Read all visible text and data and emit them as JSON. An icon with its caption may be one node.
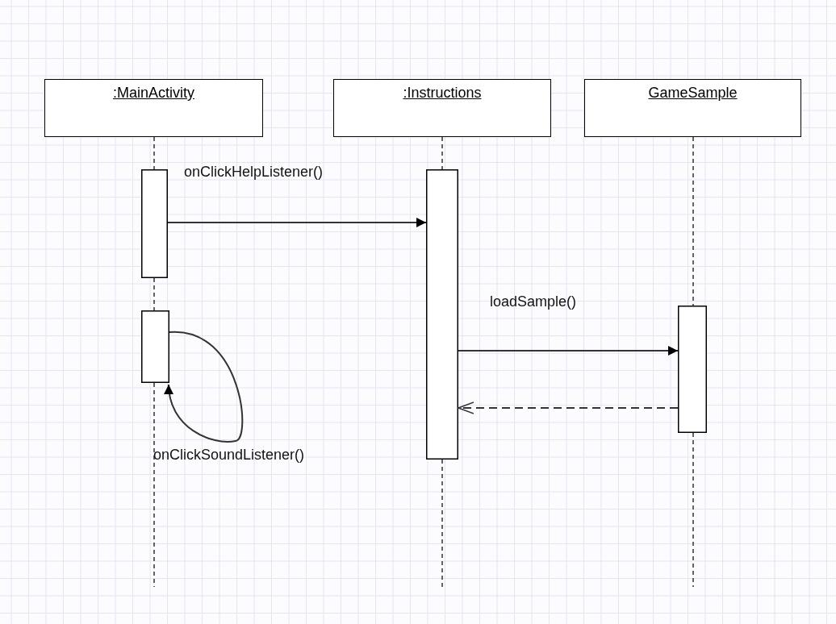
{
  "diagram": {
    "nodes": [
      {
        "text": [
          ":MainActivity"
        ]
      },
      {
        "text": [
          ":Instructions"
        ]
      },
      {
        "text": [
          "GameSample"
        ]
      },
      {
        "text": [],
        "shape": "bar"
      },
      {
        "text": [],
        "shape": "bar"
      },
      {
        "text": [],
        "shape": "bar"
      },
      {
        "text": [],
        "shape": "bar"
      }
    ],
    "edges": [
      {
        "from": 0,
        "to": 3,
        "arrow": "none",
        "style": "dashed"
      },
      {
        "from": 3,
        "to": 4,
        "arrow": "none",
        "style": "dashed"
      },
      {
        "from": 4,
        "to": null,
        "arrow": "none",
        "style": "dashed"
      },
      {
        "from": 1,
        "to": 5,
        "arrow": "none",
        "style": "dashed"
      },
      {
        "from": 5,
        "to": null,
        "arrow": "none",
        "style": "dashed"
      },
      {
        "from": 2,
        "to": 6,
        "arrow": "none",
        "style": "dashed"
      },
      {
        "from": 6,
        "to": null,
        "arrow": "none",
        "style": "dashed"
      },
      {
        "from": 3,
        "to": 5,
        "arrow": "to",
        "label": "onClickHelpListener()"
      },
      {
        "from": 4,
        "to": 4,
        "arrow": "to",
        "label": "onClickSoundListener()"
      },
      {
        "from": 5,
        "to": 6,
        "arrow": "to",
        "label": "loadSample()"
      },
      {
        "from": 6,
        "to": 5,
        "arrow": "to",
        "style": "dashed"
      }
    ]
  }
}
